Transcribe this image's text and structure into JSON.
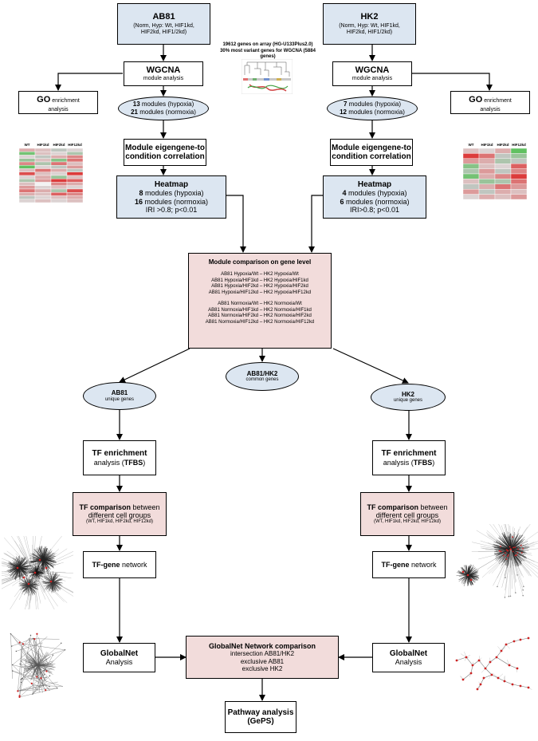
{
  "colors": {
    "box_blue": "#dce6f1",
    "box_pink": "#f2dcdb",
    "heat_red": "#e03c31",
    "heat_green": "#3cb043",
    "network_red": "#cc2222"
  },
  "left": {
    "cell": {
      "title": "AB81",
      "detail": "(Norm, Hyp: Wt, HIF1kd, HIF2kd, HIF1/2kd)"
    },
    "wgcna": {
      "title": "WGCNA",
      "sub": "module analysis"
    },
    "go": {
      "bold": "GO",
      "rest": " enrichment",
      "line2": "analysis"
    },
    "modules": {
      "hyp_count": "13",
      "hyp_text": " modules  (hypoxia)",
      "norm_count": "21",
      "norm_text": " modules  (normoxia)"
    },
    "eigengene": {
      "line1": "Module eigengene-to",
      "line2": "condition correlation"
    },
    "heatmap": {
      "title": "Heatmap",
      "hyp_count": "8",
      "hyp_text": " modules  (hypoxia)",
      "norm_count": "16",
      "norm_text": " modules  (normoxia)",
      "criteria": "IRI >0.8; p<0.01"
    },
    "heatmap_cols": [
      "WT",
      "HIF1kd",
      "HIF2kd",
      "HIF12kd"
    ],
    "unique": {
      "title": "AB81",
      "sub": "unique genes"
    },
    "tf_enrich": {
      "line1": "TF enrichment",
      "line2_pre": "analysis (",
      "line2_bold": "TFBS",
      "line2_post": ")"
    },
    "tf_comp": {
      "bold": "TF comparison",
      "rest": " between",
      "line2": "different cell  groups",
      "line3": "(WT, HIF1kd, HIF2kd, HIF12kd)"
    },
    "tfgene": {
      "bold": "TF-gene",
      "rest": " network"
    },
    "globalnet": {
      "title": "GlobalNet",
      "sub": "Analysis"
    }
  },
  "right": {
    "cell": {
      "title": "HK2",
      "detail": "(Norm, Hyp: Wt, HIF1kd, HIF2kd, HIF1/2kd)"
    },
    "wgcna": {
      "title": "WGCNA",
      "sub": "module analysis"
    },
    "go": {
      "bold": "GO",
      "rest": " enrichment",
      "line2": "analysis"
    },
    "modules": {
      "hyp_count": "7",
      "hyp_text": " modules  (hypoxia)",
      "norm_count": "12",
      "norm_text": " modules  (normoxia)"
    },
    "eigengene": {
      "line1": "Module eigengene-to",
      "line2": "condition correlation"
    },
    "heatmap": {
      "title": "Heatmap",
      "hyp_count": "4",
      "hyp_text": " modules  (hypoxia)",
      "norm_count": "6",
      "norm_text": " modules  (normoxia)",
      "criteria": "IRI>0.8; p<0.01"
    },
    "heatmap_cols": [
      "WT",
      "HIF1kd",
      "HIF2kd",
      "HIF12kd"
    ],
    "unique": {
      "title": "HK2",
      "sub": "unique genes"
    },
    "tf_enrich": {
      "line1": "TF enrichment",
      "line2_pre": "analysis (",
      "line2_bold": "TFBS",
      "line2_post": ")"
    },
    "tf_comp": {
      "bold": "TF comparison",
      "rest": " between",
      "line2": "different cell  groups",
      "line3": "(WT, HIF1kd, HIF2kd, HIF12kd)"
    },
    "tfgene": {
      "bold": "TF-gene",
      "rest": " network"
    },
    "globalnet": {
      "title": "GlobalNet",
      "sub": "Analysis"
    }
  },
  "array_note": {
    "line1": "19612 genes on array (HG-U133Plus2.0)",
    "line2": "30% most variant genes for WGCNA (5884 genes)"
  },
  "comparison": {
    "title": "Module comparison on gene level",
    "hypoxia": [
      "AB81 Hypoxia/Wt – HK2 Hypoxia/Wt",
      "AB81 Hypoxia/HIF1kd – HK2 Hypoxia/HIF1kd",
      "AB81 Hypoxia/HIF2kd – HK2 Hypoxia/HIF2kd",
      "AB81 Hypoxia/HIF12kd – HK2 Hypoxia/HIF12kd"
    ],
    "normoxia": [
      "AB81 Normoxia/Wt – HK2 Normoxia/Wt",
      "AB81 Normoxia/HIF1kd – HK2 Normoxia/HIF1kd",
      "AB81 Normoxia/HIF2kd – HK2 Normoxia/HIF2kd",
      "AB81 Normoxia/HIF12kd – HK2 Normoxia/HIF12kd"
    ]
  },
  "common": {
    "title": "AB81/HK2",
    "sub": "common genes"
  },
  "gn_compare": {
    "title": "GlobalNet Network comparison",
    "lines": [
      "intersection  AB81/HK2",
      "exclusive  AB81",
      "exclusive  HK2"
    ]
  },
  "pathway": {
    "title": "Pathway analysis",
    "sub": "(GePS)"
  }
}
